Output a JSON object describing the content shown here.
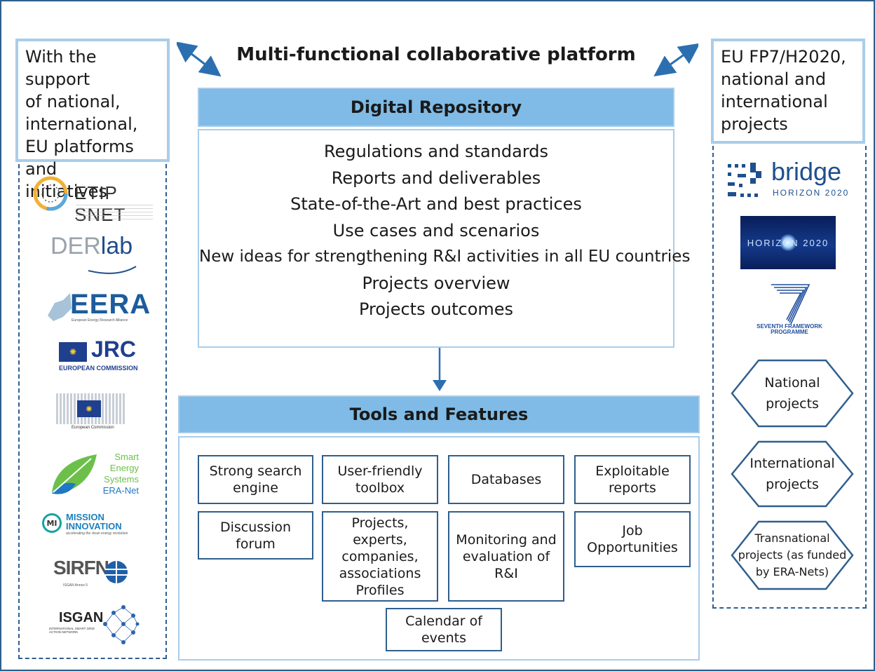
{
  "title": "Multi-functional collaborative platform",
  "left_panel": {
    "text_lines": [
      "With the support",
      "of national,",
      "international,",
      "EU platforms and",
      "initiatives"
    ],
    "logos": [
      {
        "icon": "etip-snet-logo",
        "label": "ETIP SNET"
      },
      {
        "icon": "derlab-logo",
        "label_a": "DER",
        "label_b": "lab"
      },
      {
        "icon": "eera-logo",
        "label": "EERA",
        "sub": "European Energy Research Alliance"
      },
      {
        "icon": "jrc-logo",
        "label": "JRC",
        "sub": "EUROPEAN COMMISSION"
      },
      {
        "icon": "european-commission-logo",
        "sub": "European Commission"
      },
      {
        "icon": "smart-energy-systems-logo",
        "lines": [
          "Smart",
          "Energy",
          "Systems",
          "ERA-Net"
        ]
      },
      {
        "icon": "mission-innovation-logo",
        "lines": [
          "MISSION",
          "INNOVATION"
        ],
        "sub": "accelerating the clean energy revolution"
      },
      {
        "icon": "sirfn-logo",
        "label": "SIRFN",
        "sub": "ISGAN Annex 5"
      },
      {
        "icon": "isgan-logo",
        "label": "ISGAN",
        "sub": "INTERNATIONAL SMART GRID ACTION NETWORK"
      }
    ]
  },
  "right_panel": {
    "text_lines": [
      "EU FP7/H2020,",
      "national and",
      "international",
      "projects"
    ],
    "logos": [
      {
        "icon": "bridge-logo",
        "label": "bridge",
        "sub": "HORIZON 2020"
      },
      {
        "icon": "horizon-2020-logo",
        "label": "HORIZON 2020"
      },
      {
        "icon": "fp7-logo",
        "label": "SEVENTH FRAMEWORK PROGRAMME"
      }
    ],
    "hexagons": [
      {
        "lines": [
          "National",
          "projects"
        ]
      },
      {
        "lines": [
          "International",
          "projects"
        ]
      },
      {
        "lines": [
          "Transnational",
          "projects (as funded",
          "by ERA-Nets)"
        ]
      }
    ]
  },
  "repository": {
    "title": "Digital Repository",
    "items": [
      "Regulations and standards",
      "Reports and deliverables",
      "State-of-the-Art and best practices",
      "Use cases and scenarios",
      "New ideas for strengthening R&I activities in all EU countries",
      "Projects overview",
      "Projects outcomes"
    ]
  },
  "tools": {
    "title": "Tools and Features",
    "items": [
      {
        "lines": [
          "Strong search",
          "engine"
        ]
      },
      {
        "lines": [
          "User-friendly",
          "toolbox"
        ]
      },
      {
        "lines": [
          "Databases"
        ]
      },
      {
        "lines": [
          "Exploitable",
          "reports"
        ]
      },
      {
        "lines": [
          "Discussion",
          "forum"
        ]
      },
      {
        "lines": [
          "Projects,",
          "experts,",
          "companies,",
          "associations",
          "Profiles"
        ]
      },
      {
        "lines": [
          "Monitoring and",
          "evaluation of",
          "R&I"
        ]
      },
      {
        "lines": [
          "Job",
          "Opportunities"
        ]
      },
      {
        "lines": [
          "Calendar of",
          "events"
        ]
      }
    ]
  },
  "colors": {
    "band": "#7fbbe6",
    "light_border": "#a9cdea",
    "dark_border": "#2f5f8e",
    "arrow": "#2b6fb0"
  }
}
